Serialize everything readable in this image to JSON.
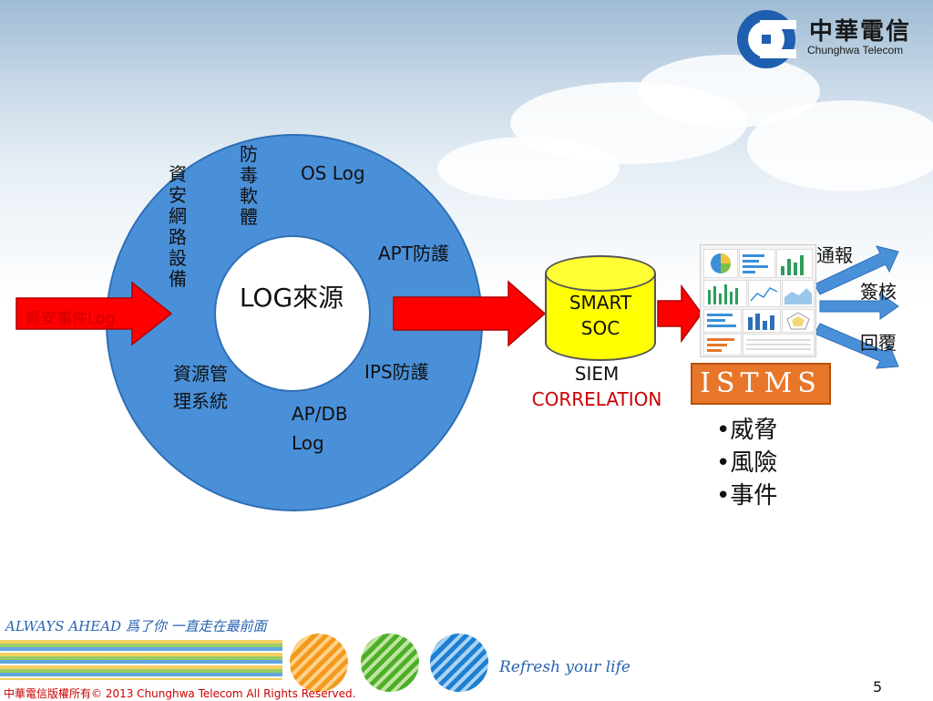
{
  "header": {
    "logo_zh": "中華電信",
    "logo_en": "Chunghwa Telecom"
  },
  "diagram": {
    "center": "LOG來源",
    "segments": {
      "security_network_devices": "資安網路設備",
      "antivirus": "防毒軟體",
      "os_log": "OS Log",
      "apt": "APT防護",
      "ips": "IPS防護",
      "ap_db_log_line1": "AP/DB",
      "ap_db_log_line2": "Log",
      "resource_mgmt_line1": "資源管",
      "resource_mgmt_line2": "理系統"
    },
    "input_arrow_label": "資安事件Log",
    "database": {
      "line1": "SMART",
      "line2": "SOC"
    },
    "siem": "SIEM",
    "correlation": "CORRELATION",
    "istms": "ISTMS",
    "outputs": [
      "通報",
      "簽核",
      "回覆"
    ],
    "bullets": [
      "•威脅",
      "•風險",
      "•事件"
    ]
  },
  "footer": {
    "slogan": "ALWAYS AHEAD 爲了你 一直走在最前面",
    "refresh": "Refresh your life",
    "copyright": "中華電信版權所有© 2013 Chunghwa Telecom All Rights Reserved.",
    "page_number": "5"
  },
  "colors": {
    "ring": "#4a90d9",
    "arrow": "#ff0000",
    "database": "#ffff00",
    "istms": "#e8762a",
    "output_arrow": "#4a90d9"
  }
}
